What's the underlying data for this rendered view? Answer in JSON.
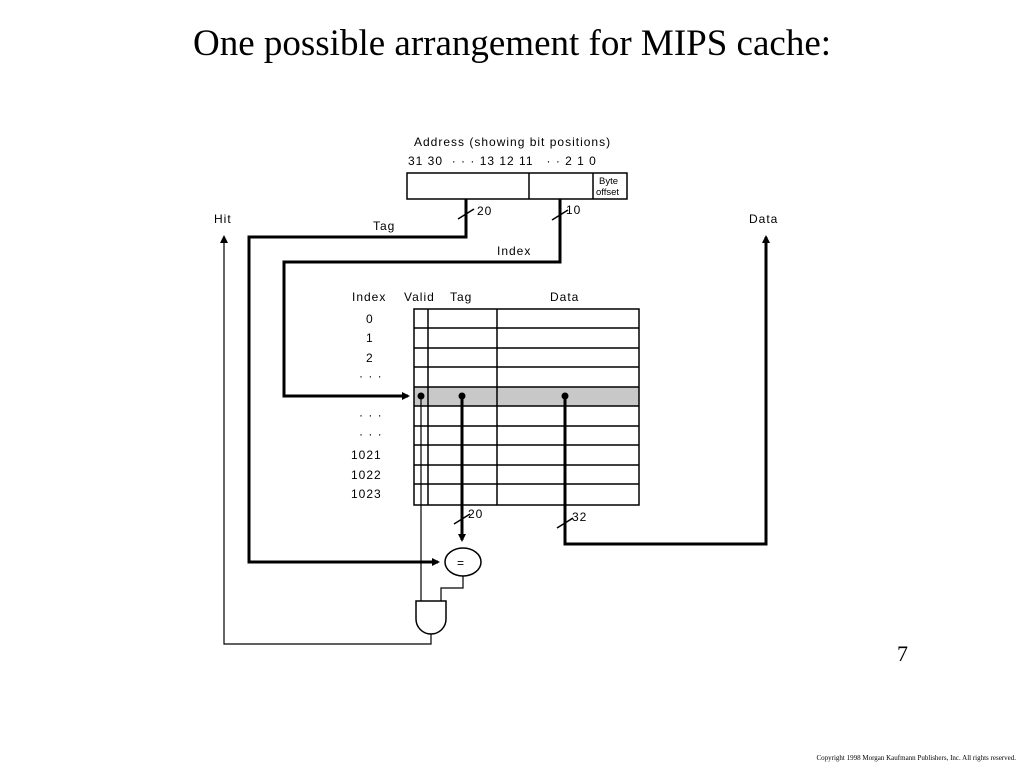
{
  "slide": {
    "title": "One possible arrangement for MIPS cache:",
    "page_number": "7",
    "copyright": "Copyright 1998 Morgan Kaufmann Publishers, Inc. All rights reserved."
  },
  "diagram": {
    "address_title": "Address (showing bit positions)",
    "bit_positions": "31 30  · · · 13 12 11   · · 2 1 0",
    "byte_offset": [
      "Byte",
      "offset"
    ],
    "tag_width": "20",
    "index_width": "10",
    "hit_label": "Hit",
    "data_out_label": "Data",
    "tag_wire_label": "Tag",
    "index_wire_label": "Index",
    "headers": {
      "index": "Index",
      "valid": "Valid",
      "tag": "Tag",
      "data": "Data"
    },
    "index_rows": [
      "0",
      "1",
      "2",
      "· · ·",
      "",
      "· · ·",
      "· · ·",
      "1021",
      "1022",
      "1023"
    ],
    "tag_out_width": "20",
    "data_out_width": "32",
    "comparator_symbol": "="
  }
}
